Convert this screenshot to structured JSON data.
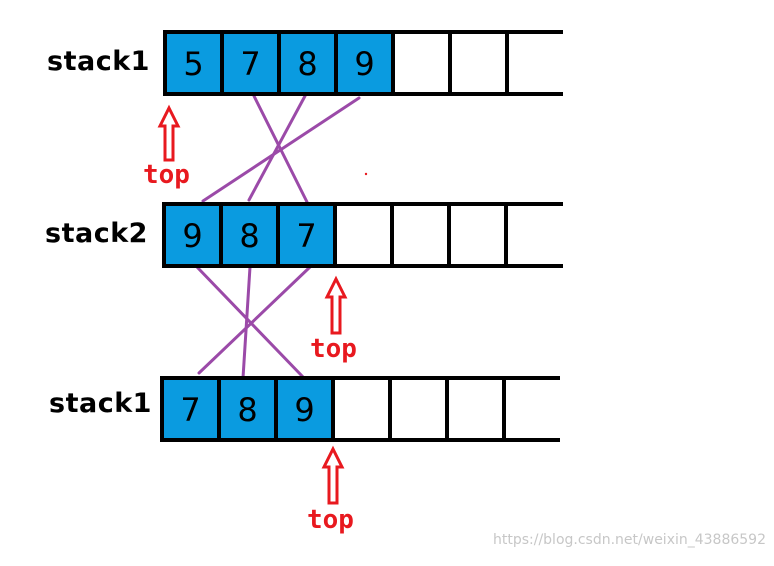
{
  "colors": {
    "filled_cell": "#0a9be0",
    "grid_line": "#000000",
    "cross_line": "#9b4aa8",
    "top_arrow": "#e8191f",
    "background": "#ffffff"
  },
  "rows": [
    {
      "label": "stack1",
      "values": [
        "5",
        "7",
        "8",
        "9"
      ],
      "total_cells": 7
    },
    {
      "label": "stack2",
      "values": [
        "9",
        "8",
        "7"
      ],
      "total_cells": 7
    },
    {
      "label": "stack1",
      "values": [
        "7",
        "8",
        "9"
      ],
      "total_cells": 7
    }
  ],
  "top_markers": [
    {
      "text": "top"
    },
    {
      "text": "top"
    },
    {
      "text": "top"
    }
  ],
  "watermark": "https://blog.csdn.net/weixin_43886592"
}
